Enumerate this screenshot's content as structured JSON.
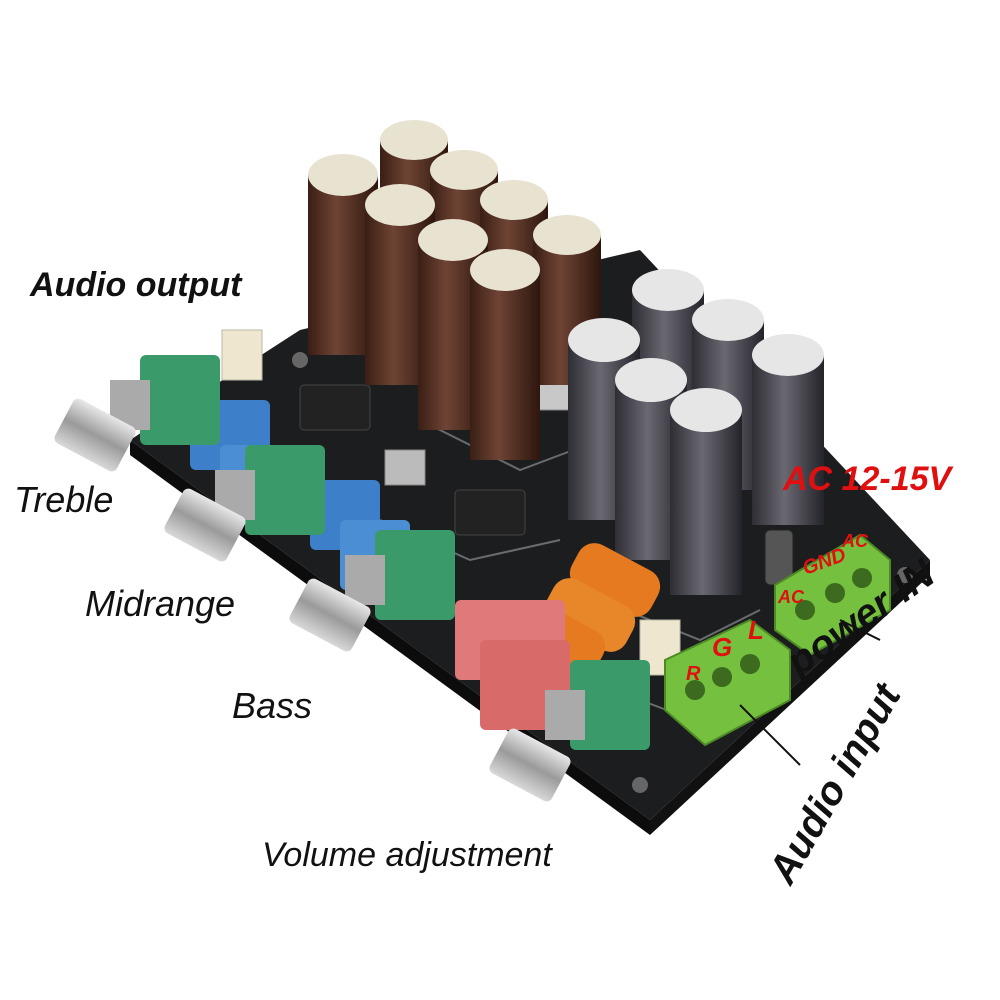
{
  "labels": {
    "audio_output": "Audio output",
    "treble": "Treble",
    "midrange": "Midrange",
    "bass": "Bass",
    "volume_adjustment": "Volume adjustment",
    "ac_voltage": "AC 12-15V",
    "power_in": "power IN",
    "audio_input": "Audio input"
  },
  "terminal_labels": {
    "r": "R",
    "g": "G",
    "l": "L",
    "ac_top": "AC",
    "gnd": "GND",
    "ac_bottom": "AC"
  },
  "colors": {
    "pcb": "#1c1d1f",
    "trace": "#8a8f92",
    "cap_brown": "#5a3326",
    "cap_gray": "#4b4a52",
    "terminal_green": "#76c040",
    "pot_green": "#3a9a6a",
    "film_red": "#e07a7a",
    "cap_orange": "#e57a20",
    "blue_cap": "#3d7fc8",
    "label_red": "#e01010",
    "label_black": "#111111"
  }
}
